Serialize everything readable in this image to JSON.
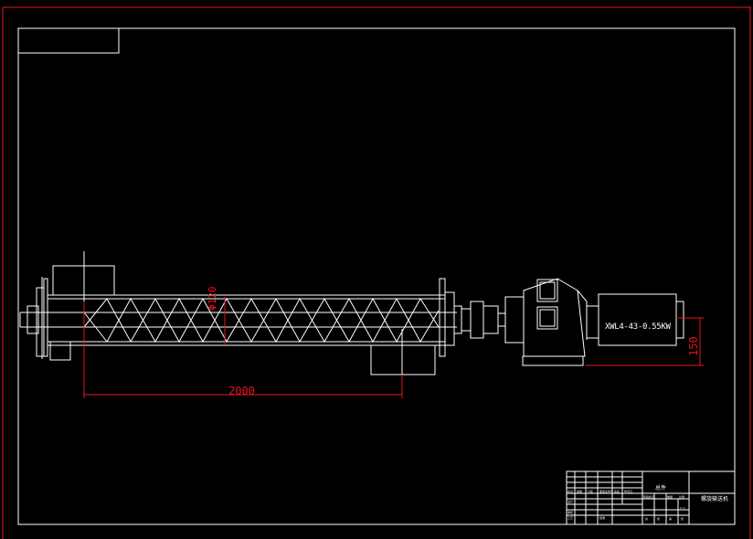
{
  "drawing": {
    "dimensions": {
      "length": "2000",
      "diameter": "Φ120",
      "motor_height": "150"
    },
    "motor_label": "XWL4-43-0.55KW",
    "title_block": {
      "part_name": "总件",
      "drawing_title": "螺旋输送机",
      "cells": [
        "标记",
        "处数",
        "分区",
        "更改文件号",
        "签名",
        "年月日",
        "设计",
        "审核",
        "工艺",
        "批准",
        "阶段标记",
        "重量",
        "比例",
        "1:1",
        "共",
        "张",
        "第",
        "张"
      ]
    },
    "colors": {
      "background": "#000000",
      "lines": "#ffffff",
      "dimensions": "#e8141e",
      "frame": "#e8141e"
    }
  }
}
